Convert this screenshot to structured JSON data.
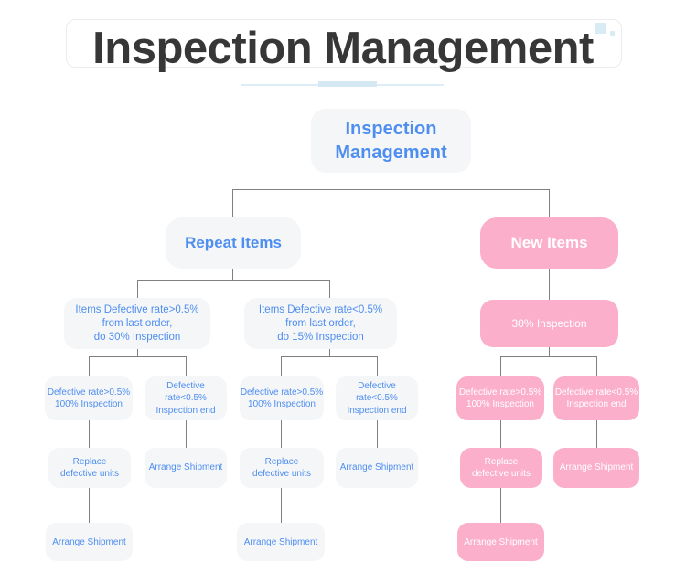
{
  "page": {
    "background_color": "#ffffff",
    "title": "Inspection Management",
    "title_color": "#373737",
    "accent_color": "#dcedf7",
    "blue_node_bg": "#f5f6f8",
    "blue_node_text": "#4e8ef0",
    "pink_node_bg": "#fbafca",
    "pink_node_text": "#ffffff",
    "connector_color": "#808080",
    "decor": {
      "square_large": "decorative-square",
      "square_small": "decorative-square"
    }
  },
  "flowchart": {
    "root": {
      "label": "Inspection\nManagement",
      "style": "blue"
    },
    "level2": [
      {
        "label": "Repeat Items",
        "style": "blue"
      },
      {
        "label": "New Items",
        "style": "pink"
      }
    ],
    "level3": [
      {
        "label": "Items Defective rate>0.5%\nfrom last order,\ndo 30% Inspection",
        "style": "blue"
      },
      {
        "label": "Items Defective rate<0.5%\nfrom last order,\ndo 15% Inspection",
        "style": "blue"
      },
      {
        "label": "30% Inspection",
        "style": "pink"
      }
    ],
    "level4": [
      {
        "label": "Defective rate>0.5%\n100% Inspection",
        "style": "blue"
      },
      {
        "label": "Defective rate<0.5%\nInspection end",
        "style": "blue"
      },
      {
        "label": "Defective rate>0.5%\n100% Inspection",
        "style": "blue"
      },
      {
        "label": "Defective rate<0.5%\nInspection end",
        "style": "blue"
      },
      {
        "label": "Defective rate>0.5%\n100% Inspection",
        "style": "pink"
      },
      {
        "label": "Defective rate<0.5%\nInspection end",
        "style": "pink"
      }
    ],
    "level5": [
      {
        "label": "Replace\ndefective units",
        "style": "blue"
      },
      {
        "label": "Arrange Shipment",
        "style": "blue"
      },
      {
        "label": "Replace\ndefective units",
        "style": "blue"
      },
      {
        "label": "Arrange Shipment",
        "style": "blue"
      },
      {
        "label": "Replace\ndefective units",
        "style": "pink"
      },
      {
        "label": "Arrange Shipment",
        "style": "pink"
      }
    ],
    "level6": [
      {
        "label": "Arrange Shipment",
        "style": "blue"
      },
      {
        "label": "Arrange Shipment",
        "style": "blue"
      },
      {
        "label": "Arrange Shipment",
        "style": "pink"
      }
    ]
  }
}
